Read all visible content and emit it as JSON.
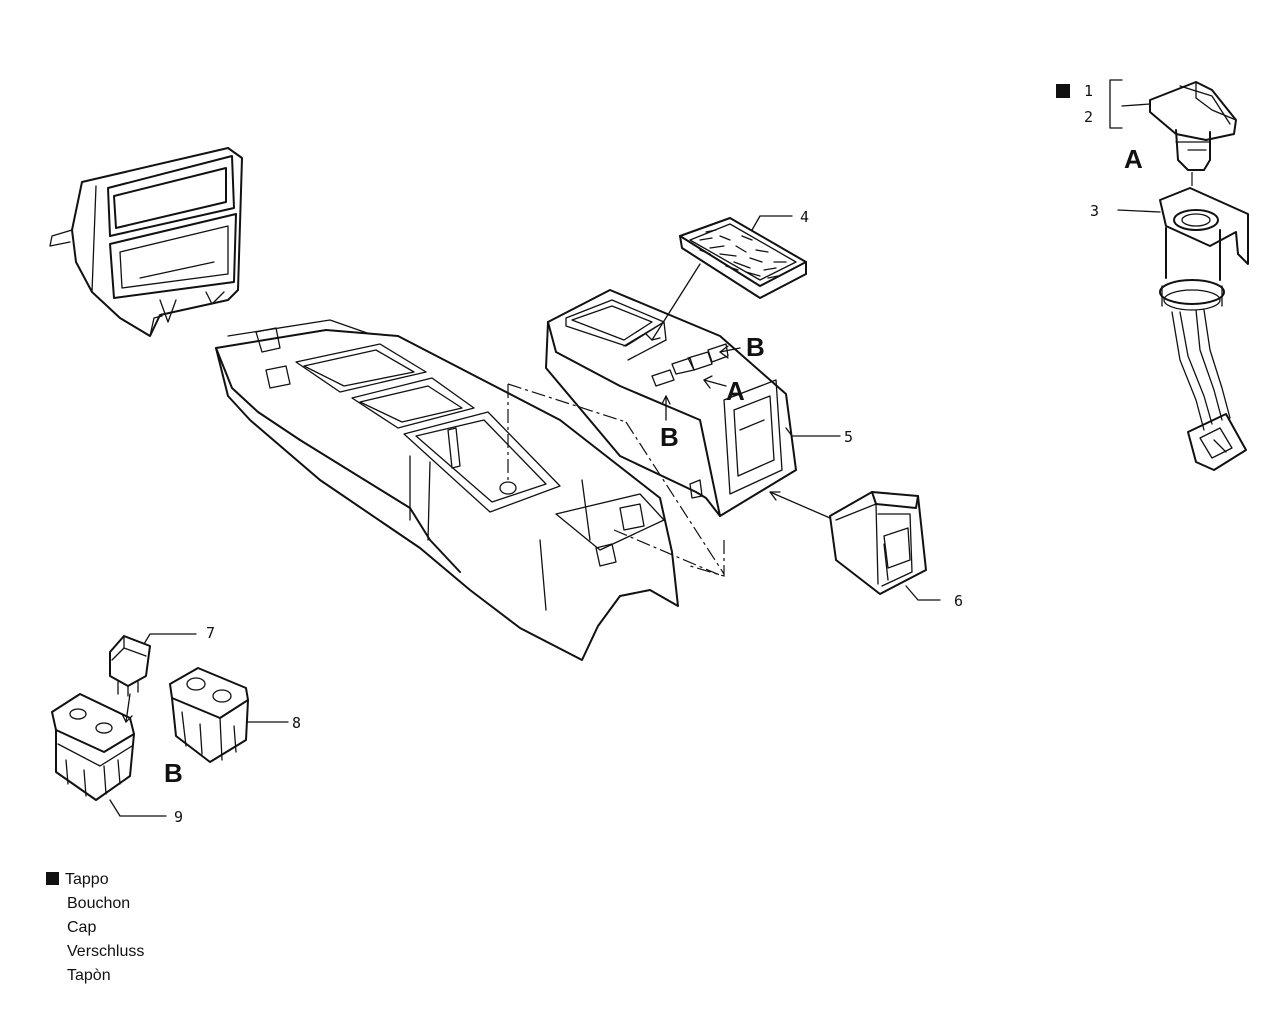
{
  "callouts": {
    "n1": "1",
    "n2": "2",
    "n3": "3",
    "n4": "4",
    "n5": "5",
    "n6": "6",
    "n7": "7",
    "n8": "8",
    "n9": "9"
  },
  "letters": {
    "a": "A",
    "b": "B"
  },
  "legend": {
    "items": [
      "Tappo",
      "Bouchon",
      "Cap",
      "Verschluss",
      "Tapòn"
    ]
  }
}
